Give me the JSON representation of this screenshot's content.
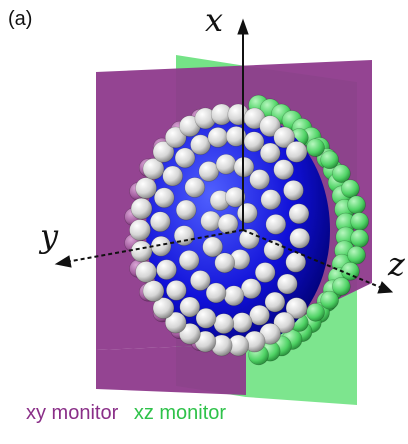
{
  "panel_label": "(a)",
  "axes": {
    "x_label": "x",
    "y_label": "y",
    "z_label": "z"
  },
  "legend": {
    "xy_label": "xy monitor",
    "xz_label": "xz monitor"
  },
  "colors": {
    "xy_plane": "#8e3a8c",
    "xz_plane": "#66e07a",
    "sphere": "#1010d8",
    "particles": "#d9d9d9",
    "xy_text": "#8a2f88",
    "xz_text": "#2fc24a"
  },
  "icons": {
    "sphere": "blue-core-sphere",
    "particles": "white-nanoparticle-shell"
  }
}
